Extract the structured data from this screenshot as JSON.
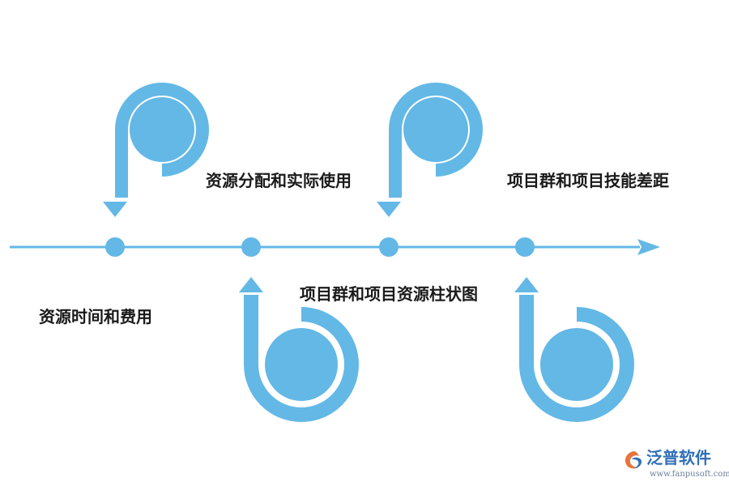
{
  "diagram": {
    "accent_color": "#63b8e6",
    "milestones": [
      {
        "label": "资源时间和费用"
      },
      {
        "label": "资源分配和实际使用"
      },
      {
        "label": "项目群和项目资源柱状图"
      },
      {
        "label": "项目群和项目技能差距"
      }
    ]
  },
  "watermark": {
    "brand": "泛普软件",
    "url": "www.fanpusoft.com",
    "icon": "fanpu-logo-icon"
  }
}
